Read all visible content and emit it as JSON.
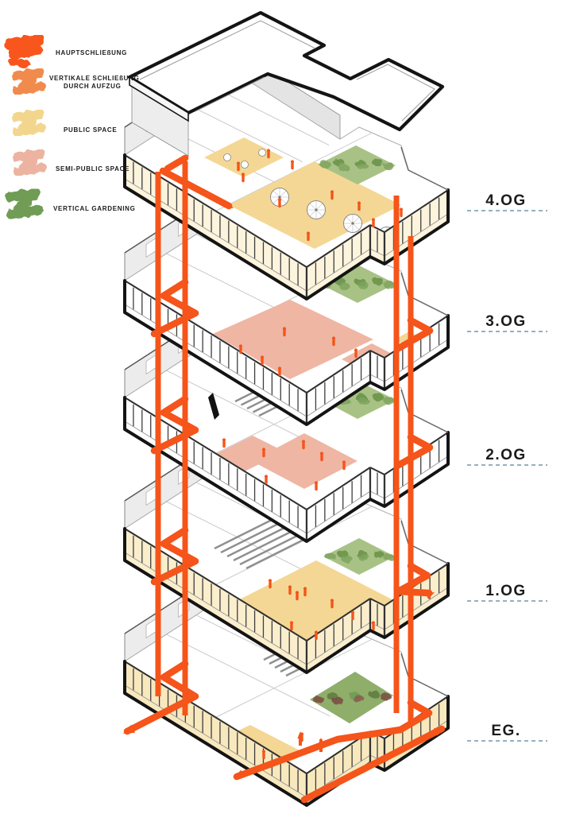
{
  "page": {
    "background": "#ffffff",
    "type": "exploded-axonometric-building-diagram"
  },
  "legend": {
    "items": [
      {
        "id": "hauptschliessung",
        "label": "HAUPTSCHLIEßUNG",
        "label2": "",
        "color": "#f8571b",
        "swatch": "blob"
      },
      {
        "id": "vertikale-schliessung",
        "label": "VERTIKALE SCHLIEßUNG",
        "label2": "DURCH AUFZUG",
        "color": "#f08b4e",
        "swatch": "zigzag"
      },
      {
        "id": "public-space",
        "label": "PUBLIC SPACE",
        "label2": "",
        "color": "#f3d68e",
        "swatch": "zigzag"
      },
      {
        "id": "semi-public-space",
        "label": "SEMI-PUBLIC SPACE",
        "label2": "",
        "color": "#ecb3a0",
        "swatch": "zigzag"
      },
      {
        "id": "vertical-gardening",
        "label": "VERTICAL GARDENING",
        "label2": "",
        "color": "#6f9c54",
        "swatch": "zigzag"
      }
    ]
  },
  "floors": [
    {
      "id": "4og",
      "label": "4.OG"
    },
    {
      "id": "3og",
      "label": "3.OG"
    },
    {
      "id": "2og",
      "label": "2.OG"
    },
    {
      "id": "1og",
      "label": "1.OG"
    },
    {
      "id": "eg",
      "label": "EG."
    }
  ],
  "palette": {
    "circulation": "#f5541a",
    "elevator": "#f08b4e",
    "public": "#f4d794",
    "semi_public": "#eeb6a3",
    "garden": "#a8c286",
    "garden_dark": "#7fa35c",
    "garden_darker": "#699147",
    "garden_eg": "#8fae6a",
    "garden_eg_dark": "#7a4a42",
    "outline": "#141414",
    "wall_grey": "#ececec",
    "divider": "#7296ac",
    "text": "#1b1b1b"
  }
}
